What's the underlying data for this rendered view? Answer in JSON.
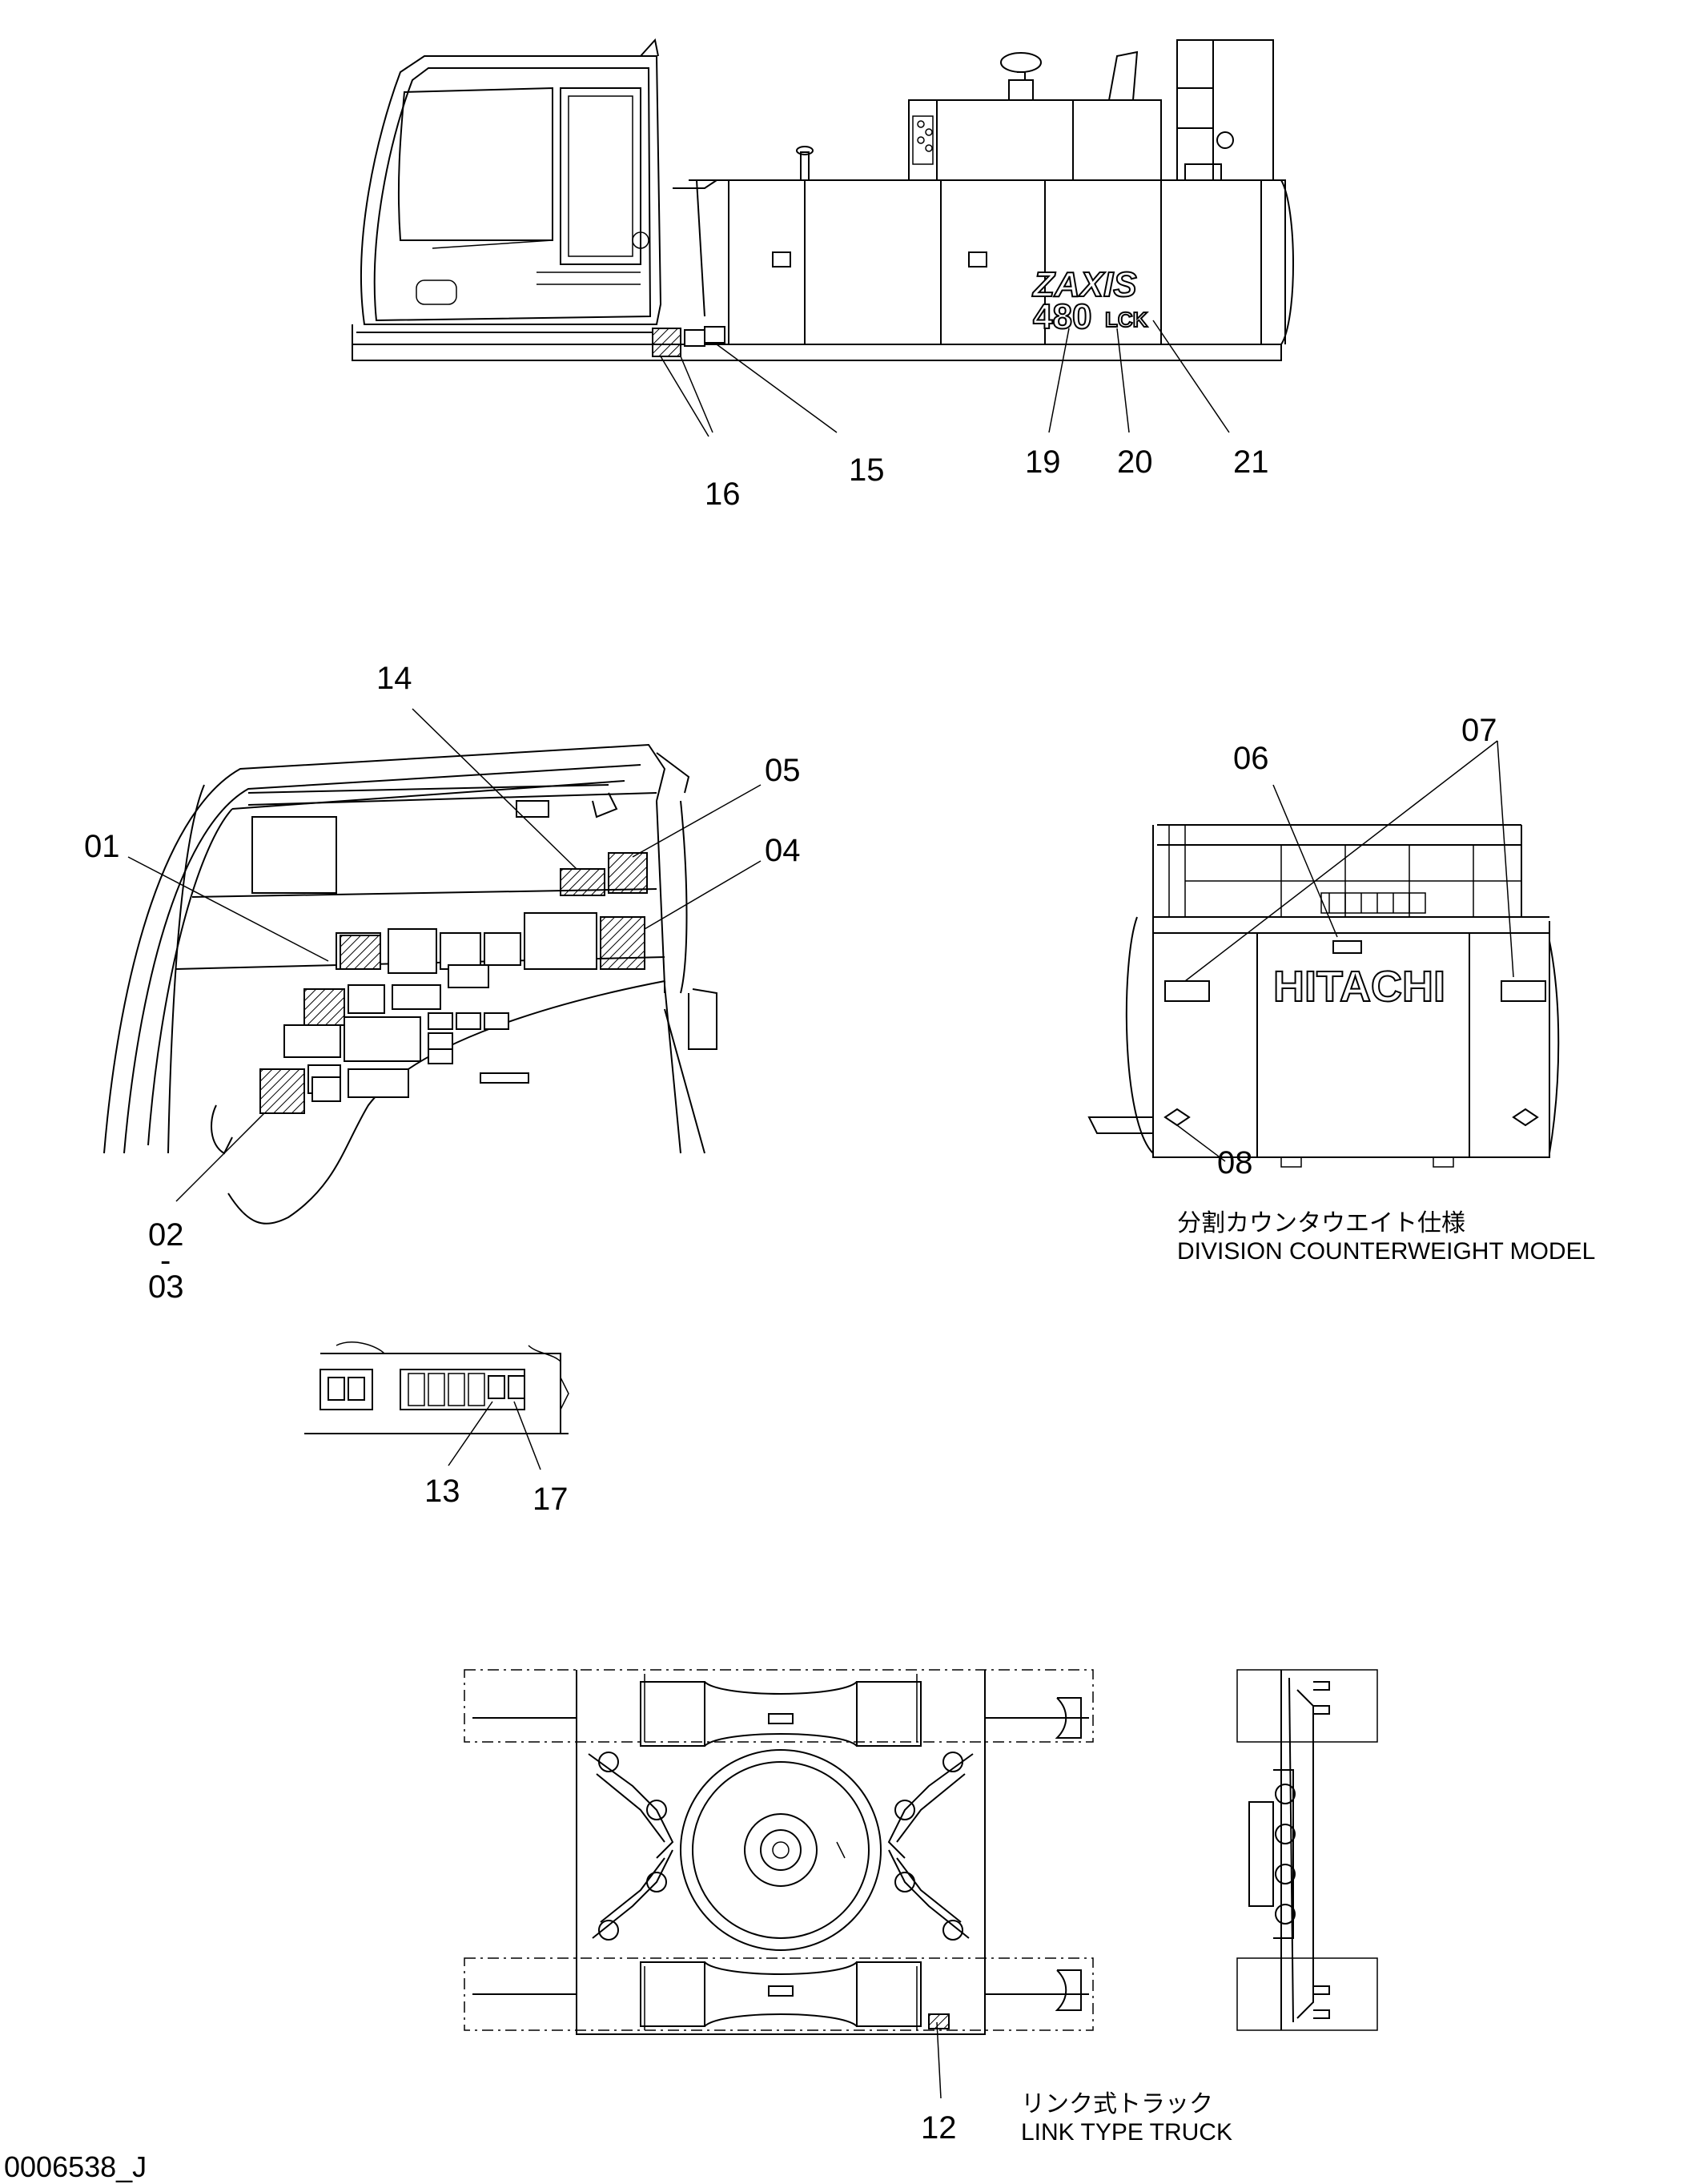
{
  "document_id": "0006538_J",
  "callouts": [
    "16",
    "15",
    "19",
    "20",
    "21",
    "14",
    "05",
    "01",
    "04",
    "02",
    "-",
    "03",
    "06",
    "07",
    "08",
    "13",
    "17",
    "12"
  ],
  "decals": {
    "model_name": "ZAXIS",
    "model_number": "480",
    "model_suffix": "LCK",
    "brand": "HITACHI"
  },
  "captions": {
    "counterweight_ja": "分割カウンタウエイト仕様",
    "counterweight_en": "DIVISION COUNTERWEIGHT MODEL",
    "truck_ja": "リンク式トラック",
    "truck_en": "LINK TYPE TRUCK"
  }
}
